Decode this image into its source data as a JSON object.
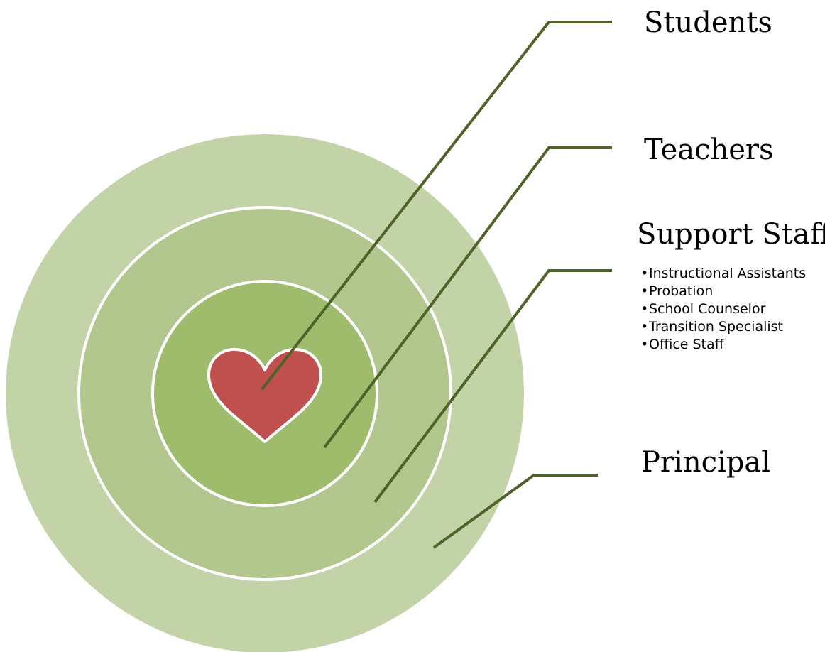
{
  "layers": [
    {
      "name": "Students"
    },
    {
      "name": "Teachers"
    },
    {
      "name": "Support Staff",
      "items": [
        "Instructional Assistants",
        "Probation",
        "School Counselor",
        "Transition Specialist",
        "Office Staff"
      ]
    },
    {
      "name": "Principal"
    }
  ],
  "colors": {
    "outer_ring": "#c2d3a7",
    "middle_ring": "#b1c78d",
    "inner_ring": "#9fbb6c",
    "ring_border": "#ffffff",
    "heart_fill": "#c0504d",
    "heart_stroke": "#ffffff",
    "leader_lines": "#4f6228"
  },
  "bullet": "•"
}
